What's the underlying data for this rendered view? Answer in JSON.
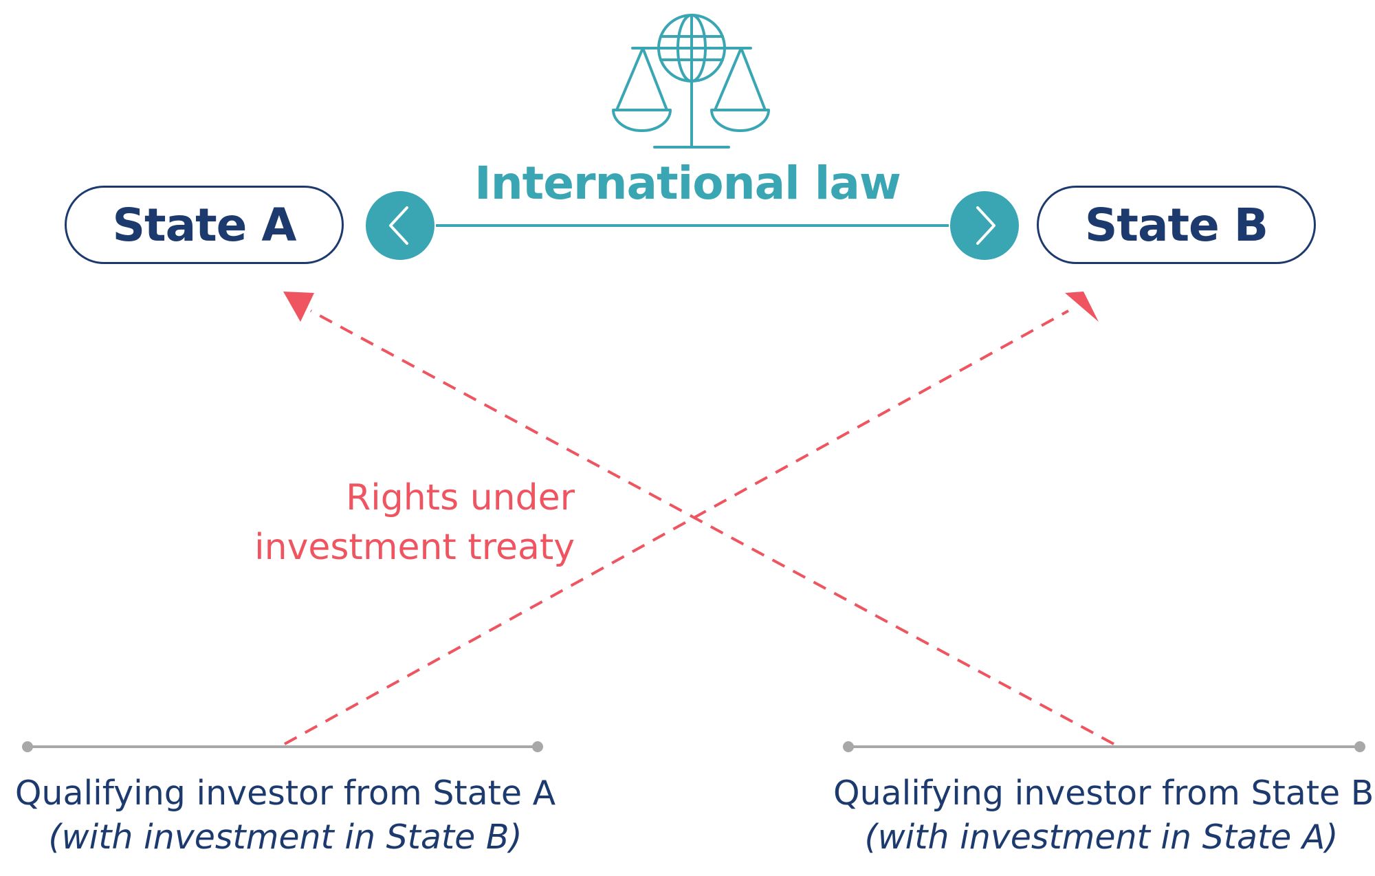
{
  "header": {
    "title": "International law",
    "icon": "globe-scales-of-justice-icon"
  },
  "states": {
    "a": {
      "label": "State A"
    },
    "b": {
      "label": "State B"
    }
  },
  "link": {
    "left_icon": "chevron-left-icon",
    "right_icon": "chevron-right-icon"
  },
  "rights": {
    "line1": "Rights under",
    "line2": "investment treaty"
  },
  "investors": {
    "a": {
      "title": "Qualifying investor from State A",
      "subtitle": "(with investment in State B)"
    },
    "b": {
      "title": "Qualifying investor from State B",
      "subtitle": "(with investment in State A)"
    }
  },
  "colors": {
    "teal": "#3aa6b4",
    "navy": "#1d3a6e",
    "red": "#ef5560",
    "gray": "#a8a8a8"
  }
}
